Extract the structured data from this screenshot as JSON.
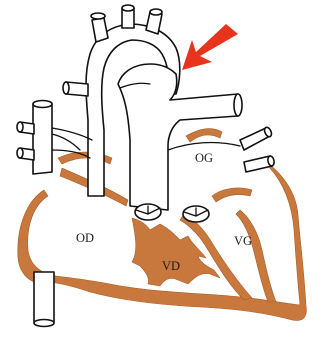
{
  "labels": {
    "right_atrium": "OD",
    "left_atrium": "OG",
    "right_ventricle": "VD",
    "left_ventricle": "VG"
  },
  "colors": {
    "myocardium": "#c8783c",
    "outline": "#111111",
    "arrow": "#e8341c",
    "background": "#ffffff"
  },
  "arrow": {
    "icon": "arrow-down-left-icon",
    "points_to": "pulmonary-artery-bifurcation"
  }
}
